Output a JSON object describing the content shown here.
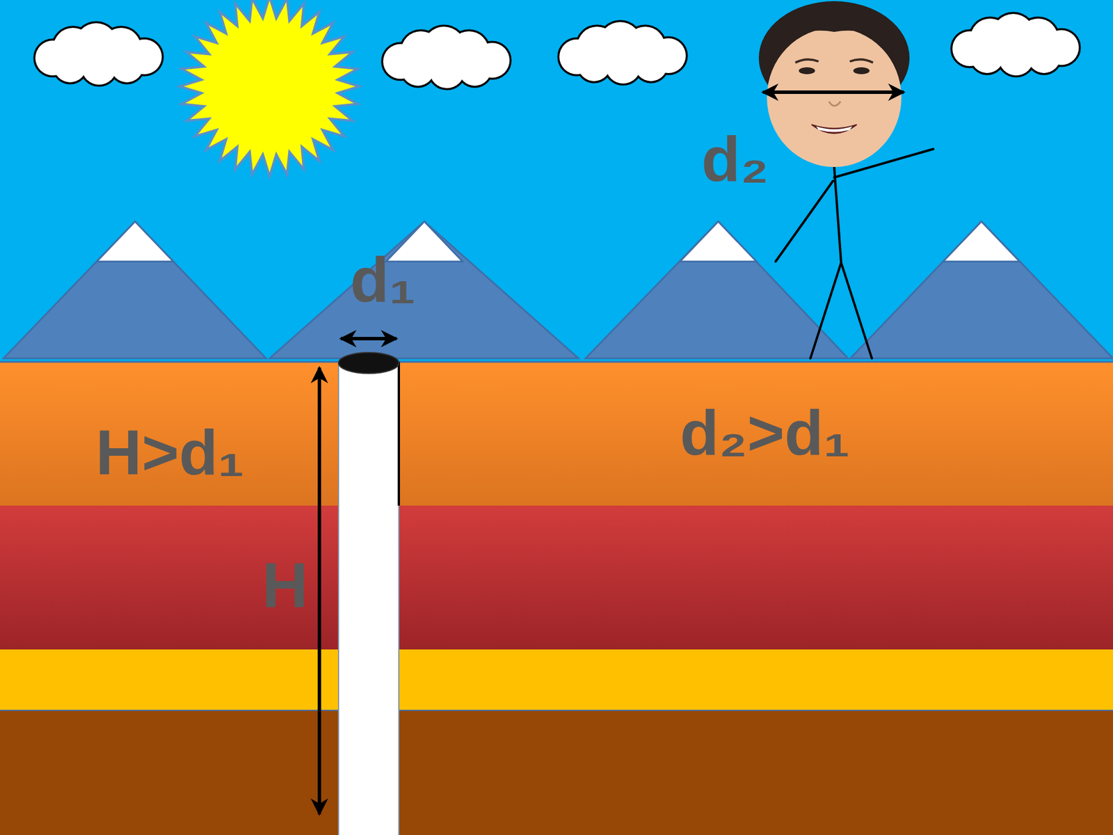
{
  "diagram": {
    "labels": [
      "d₂",
      "d₁",
      "H>d₁",
      "H",
      "d₂>d₁"
    ]
  }
}
